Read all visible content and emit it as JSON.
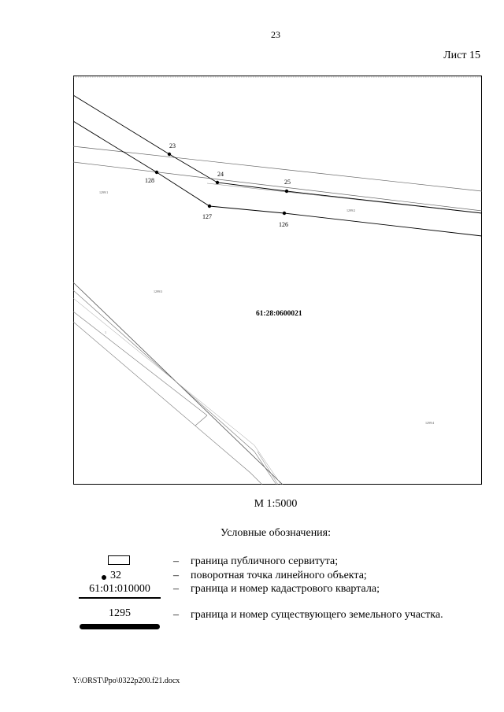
{
  "page": {
    "number": "23",
    "sheet": "Лист 15",
    "file_path": "Y:\\ORST\\Ppo\\0322p200.f21.docx"
  },
  "map": {
    "quarter_label": "61:28:0600021",
    "points": [
      {
        "id": "23",
        "label": "23"
      },
      {
        "id": "24",
        "label": "24"
      },
      {
        "id": "25",
        "label": "25"
      },
      {
        "id": "126",
        "label": "126"
      },
      {
        "id": "127",
        "label": "127"
      },
      {
        "id": "128",
        "label": "128"
      }
    ],
    "parcel_labels": [
      "1299/1",
      "1299/2",
      "1299/3",
      "1299/4"
    ]
  },
  "scale": "М 1:5000",
  "legend": {
    "title": "Условные обозначения:",
    "dash": "–",
    "items": [
      {
        "symbol": "rect",
        "text": "граница публичного сервитута;"
      },
      {
        "symbol": "dot",
        "symbol_text": "32",
        "text": "поворотная точка линейного объекта;"
      },
      {
        "symbol": "cadastral",
        "symbol_text": "61:01:010000",
        "text": "граница и номер кадастрового квартала;"
      },
      {
        "symbol": "parcel",
        "symbol_text": "1295",
        "text": "граница и номер существующего земельного участка."
      }
    ]
  }
}
